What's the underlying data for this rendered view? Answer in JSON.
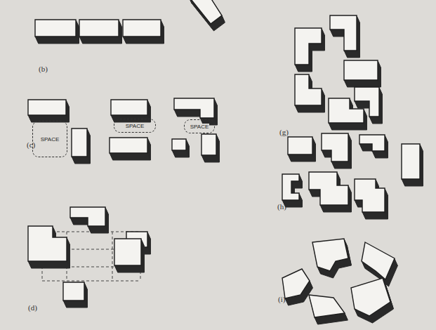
{
  "diagram": {
    "nodes": [
      {
        "text": [
          "SPACE"
        ]
      },
      {
        "text": [
          "SPACE"
        ]
      },
      {
        "text": [
          "SPACE"
        ]
      }
    ],
    "labels": [
      "(b)",
      "(c)",
      "(d)",
      "(g)",
      "(h)",
      "(i)"
    ]
  }
}
